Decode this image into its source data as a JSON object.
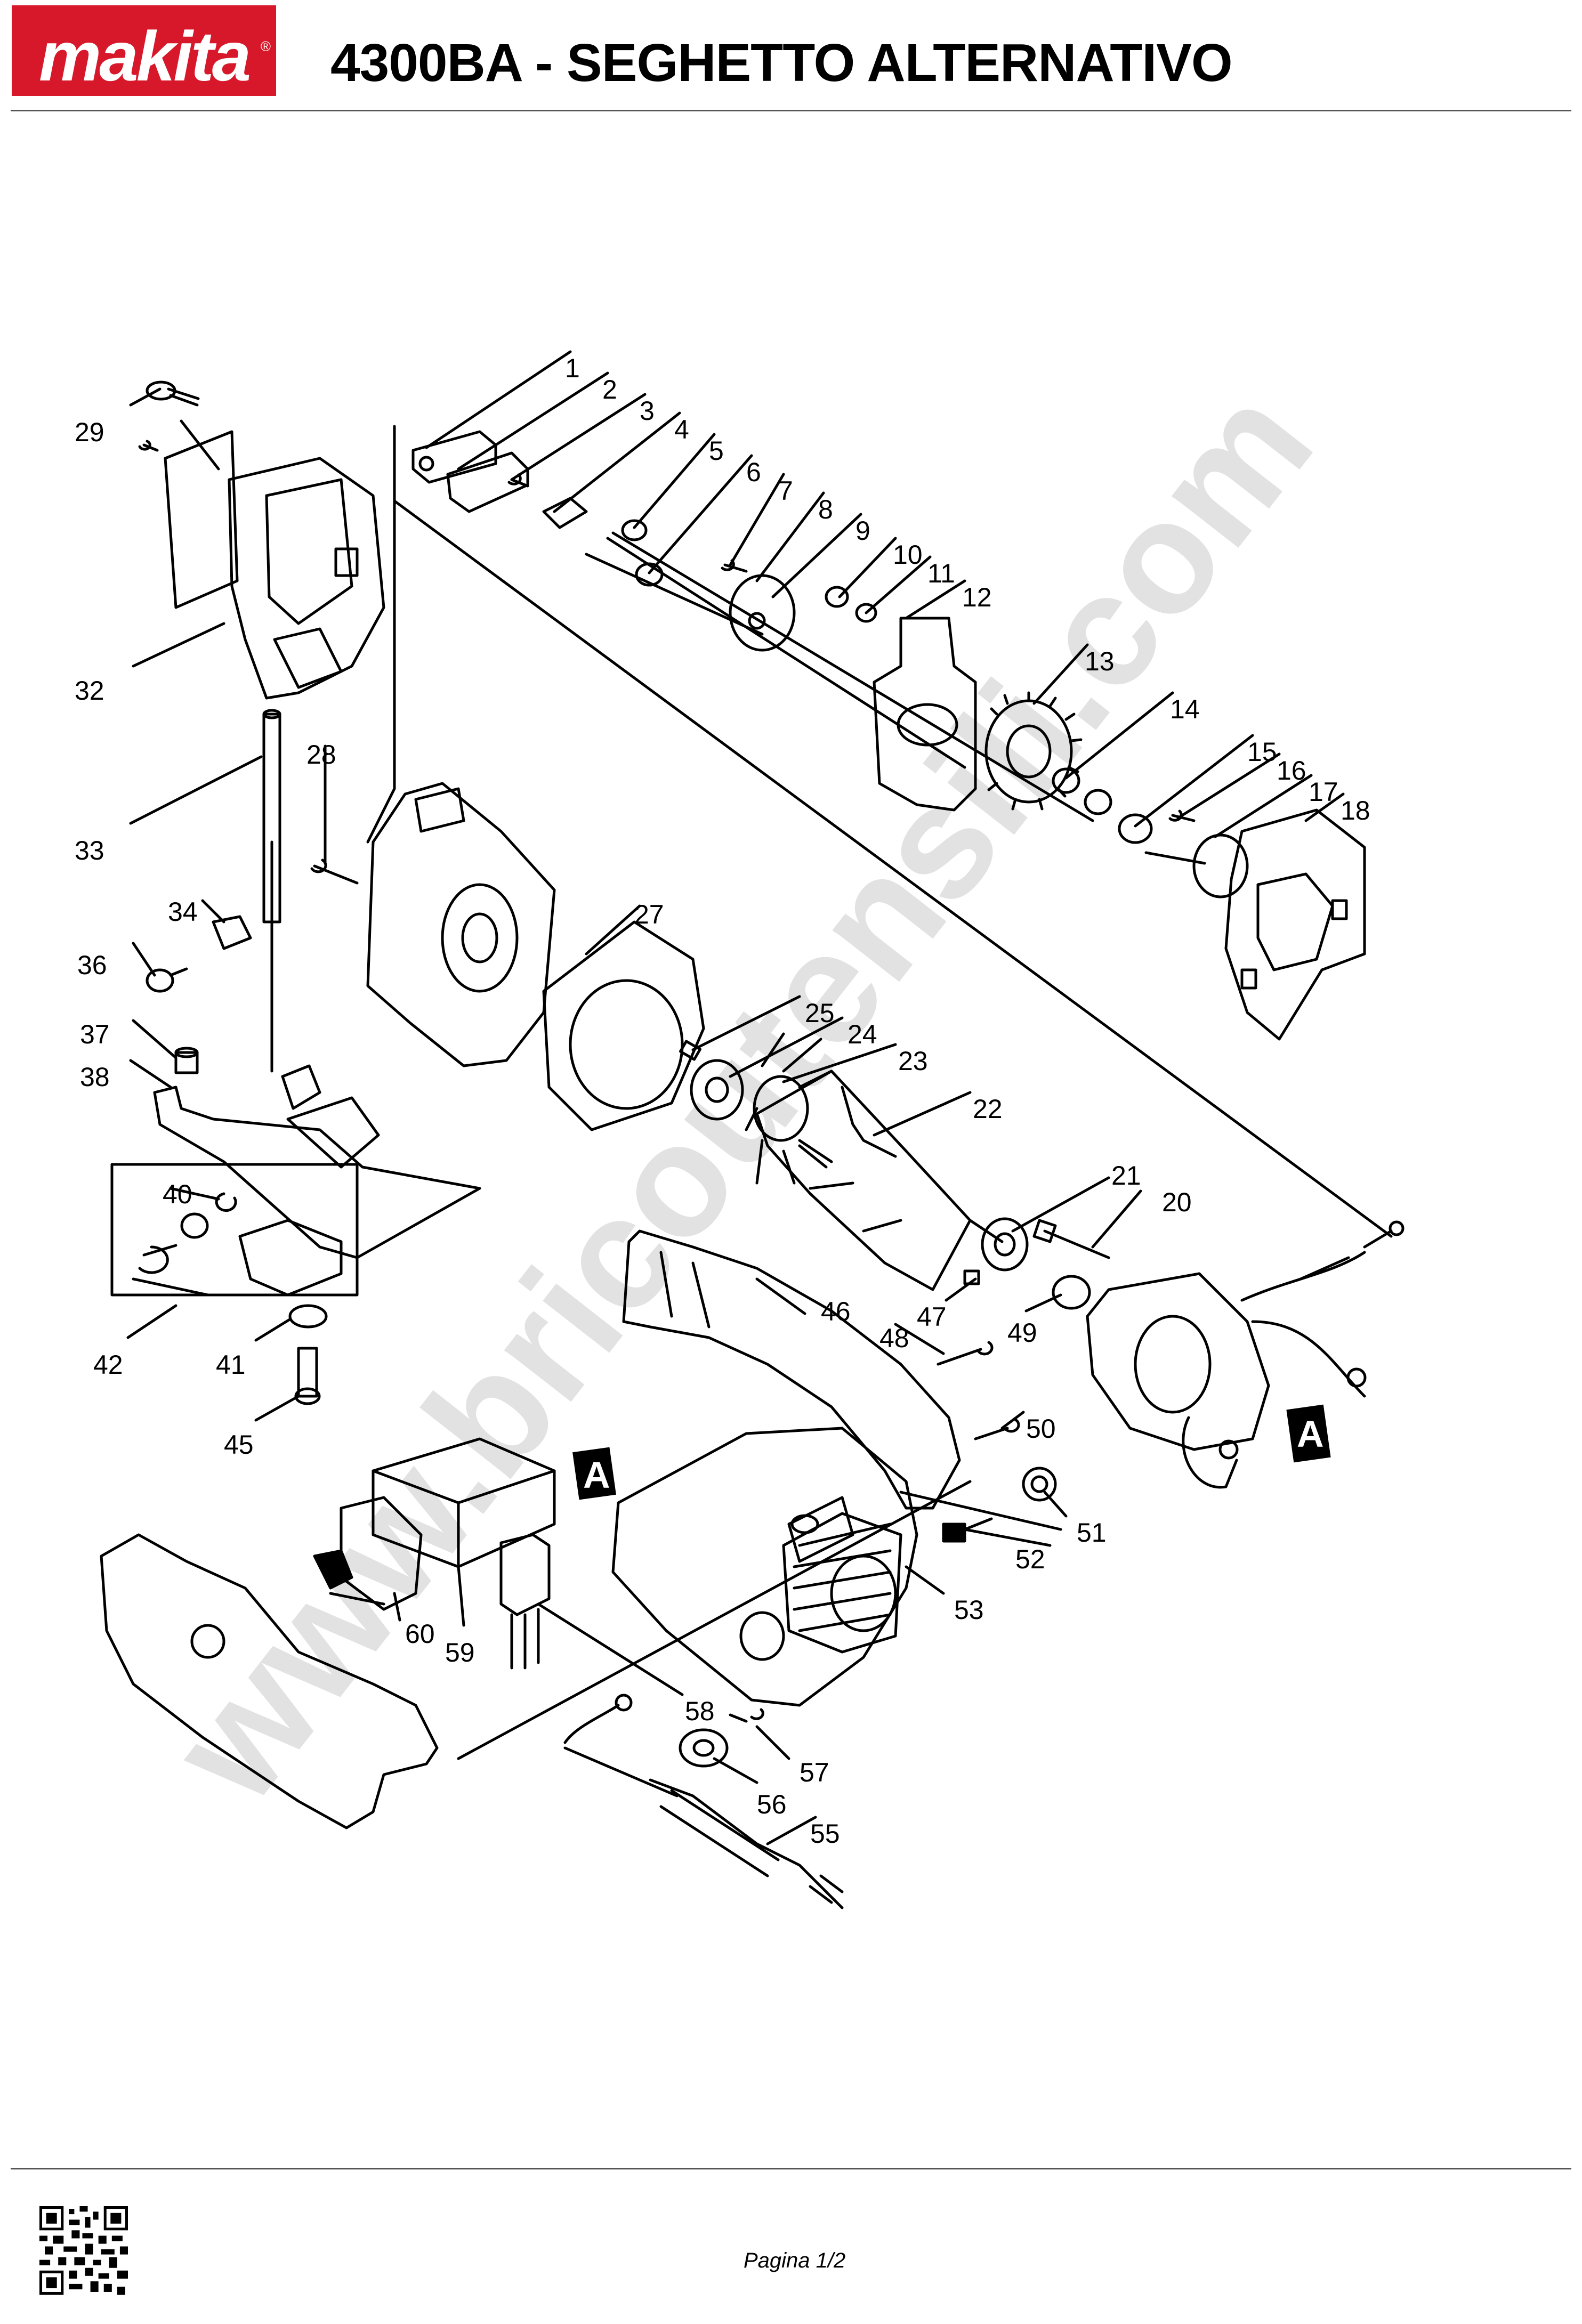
{
  "header": {
    "brand": "makita",
    "brand_mark": "®",
    "title": "4300BA - SEGHETTO ALTERNATIVO"
  },
  "watermark": "www.bricoutensili.com",
  "callouts": [
    "1",
    "2",
    "3",
    "4",
    "5",
    "6",
    "7",
    "8",
    "9",
    "10",
    "11",
    "12",
    "13",
    "14",
    "15",
    "16",
    "17",
    "18",
    "20",
    "21",
    "22",
    "23",
    "24",
    "25",
    "27",
    "28",
    "29",
    "32",
    "33",
    "34",
    "36",
    "37",
    "38",
    "40",
    "41",
    "42",
    "45",
    "46",
    "47",
    "48",
    "49",
    "50",
    "51",
    "52",
    "53",
    "55",
    "56",
    "57",
    "58",
    "59",
    "60"
  ],
  "section_markers": [
    "A",
    "A"
  ],
  "footer": {
    "page": "Pagina 1/2"
  },
  "colors": {
    "brand_red": "#d7182a",
    "watermark_grey": "#d9d9d9",
    "line": "#000000"
  }
}
